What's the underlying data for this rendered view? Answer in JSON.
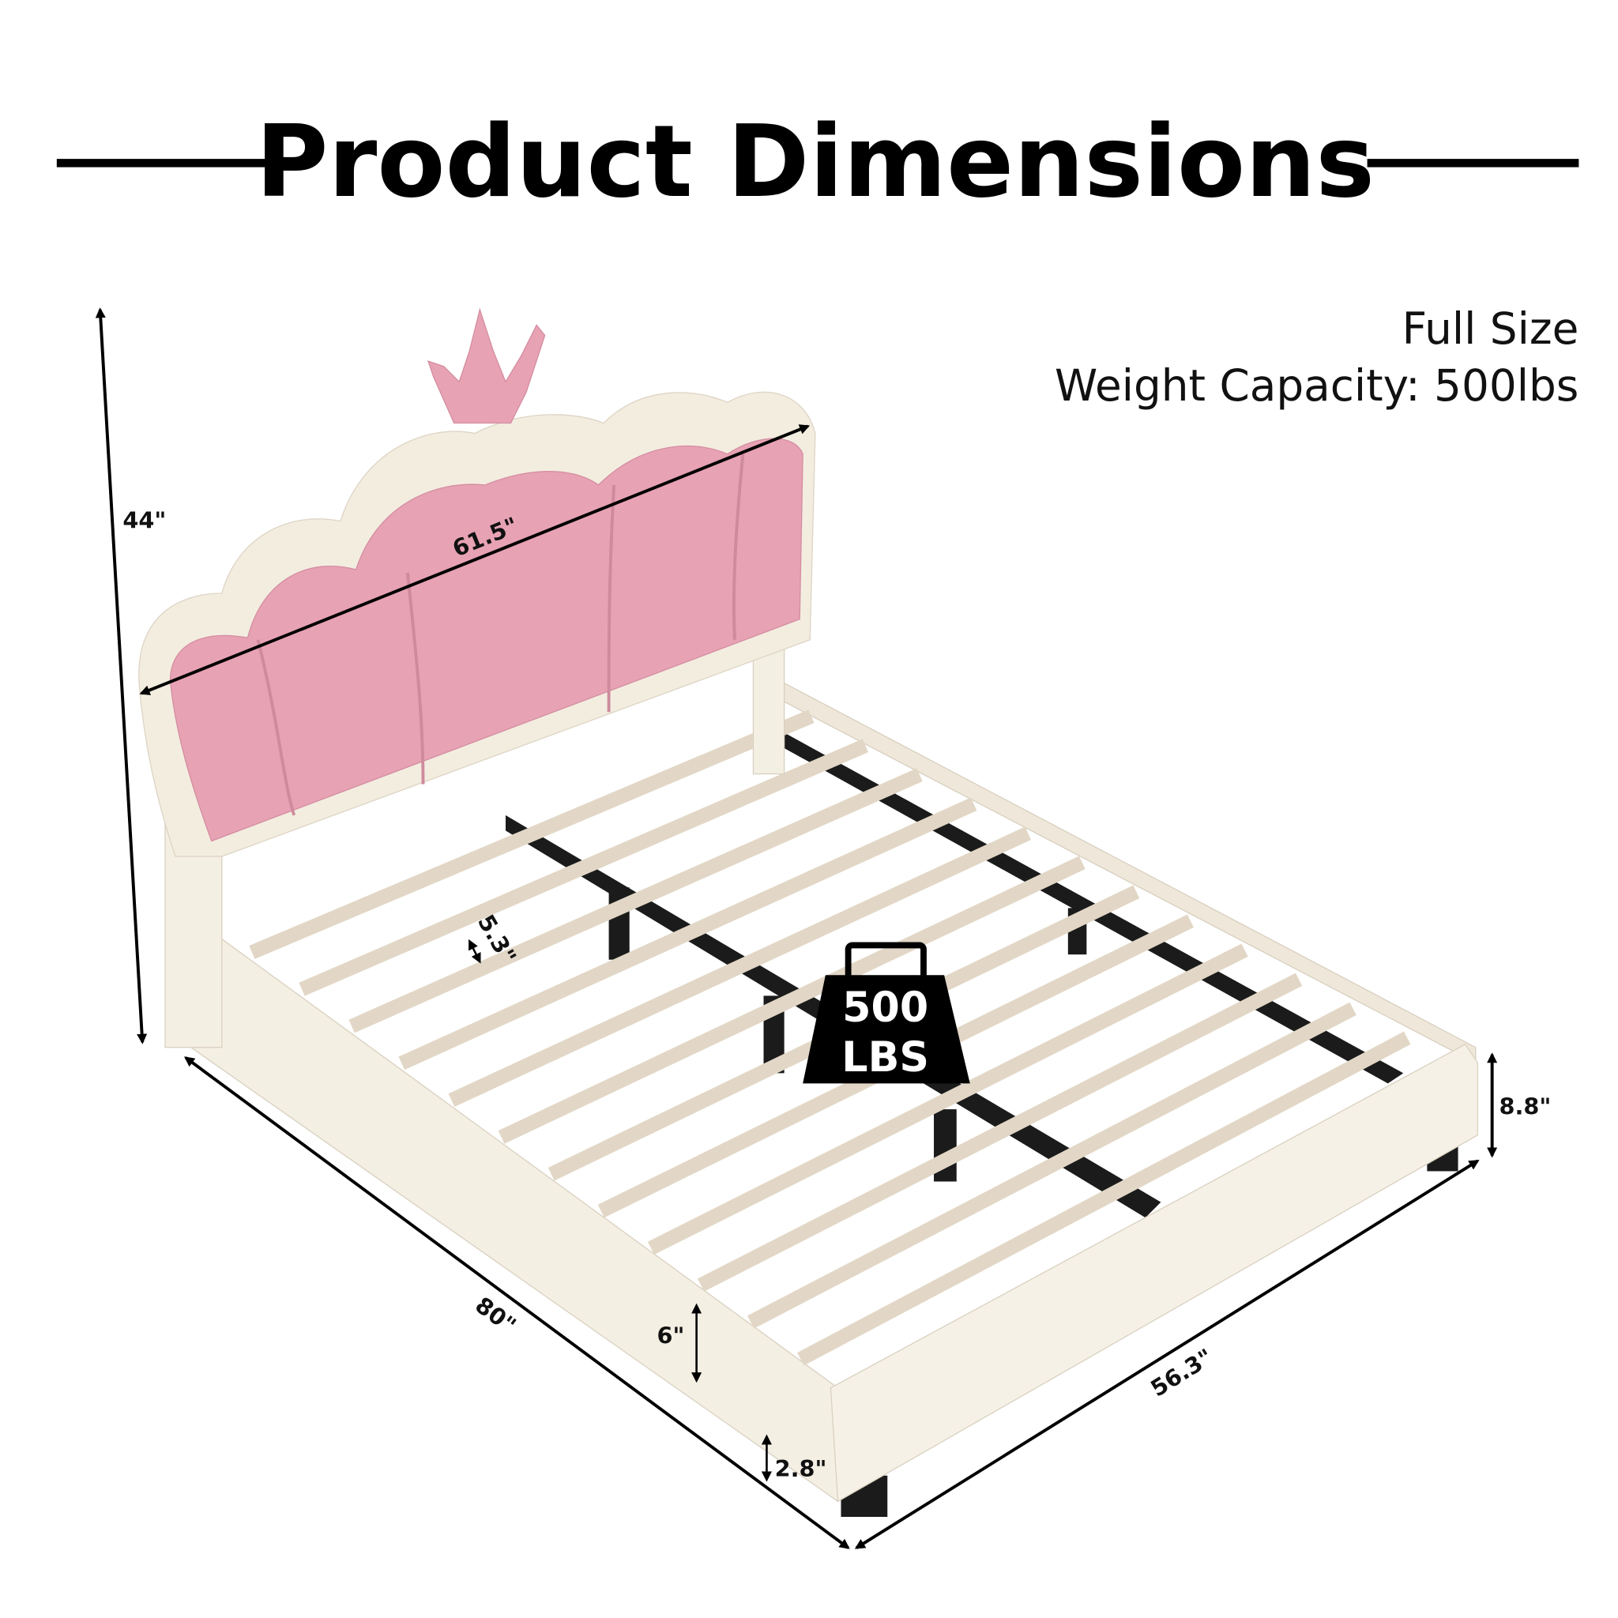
{
  "title": "Product Dimensions",
  "info": {
    "size": "Full Size",
    "weight_capacity": "Weight Capacity: 500lbs"
  },
  "dimensions": {
    "total_height": "44\"",
    "headboard_width": "61.5\"",
    "length": "80\"",
    "width": "56.3\"",
    "frame_height": "8.8\"",
    "rail_height": "6\"",
    "clearance": "2.8\"",
    "slat_gap": "5.3\""
  },
  "weight_badge": {
    "value": "500",
    "unit": "LBS"
  },
  "colors": {
    "headboard_pink": "#e7a2b4",
    "frame_cream": "#f4efe3",
    "slat": "#e6dccd",
    "support_black": "#1b1b1b"
  }
}
